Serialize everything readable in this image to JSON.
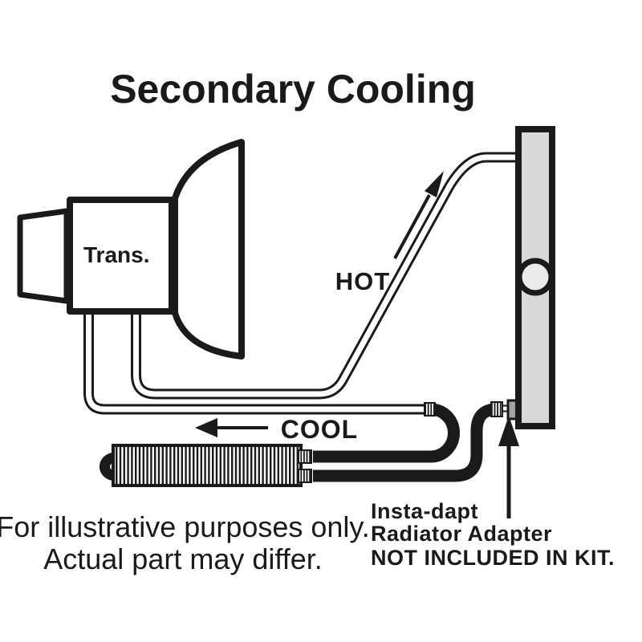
{
  "title": "Secondary Cooling",
  "labels": {
    "transmission": "Trans.",
    "hot_flow": "HOT",
    "cool_flow": "COOL"
  },
  "disclaimer": {
    "line1": "For illustrative purposes only.",
    "line2": "Actual part may differ."
  },
  "adapter_note": {
    "line1": "Insta-dapt",
    "line2": "Radiator Adapter",
    "line3": "NOT INCLUDED IN KIT."
  },
  "colors": {
    "line": "#1a1a1a",
    "background": "#ffffff",
    "radiator_fill": "#d8d8d8",
    "radiator_port_fill": "#ebebeb",
    "adapter_fill": "#a3a3a3"
  }
}
